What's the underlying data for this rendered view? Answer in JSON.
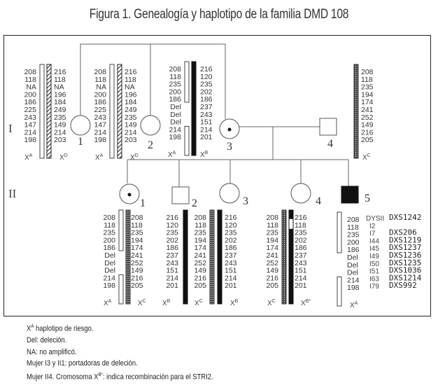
{
  "title": "Figura 1. Genealogía y haplotipo de la familia DMD 108",
  "generations": [
    "I",
    "II"
  ],
  "individuals": {
    "I1": {
      "id": "1",
      "sex": "female",
      "status": "unaffected"
    },
    "I2": {
      "id": "2",
      "sex": "female",
      "status": "unaffected"
    },
    "I3": {
      "id": "3",
      "sex": "female",
      "status": "carrier"
    },
    "I4": {
      "id": "4",
      "sex": "male",
      "status": "unaffected"
    },
    "II1": {
      "id": "1",
      "sex": "female",
      "status": "carrier"
    },
    "II2": {
      "id": "2",
      "sex": "male",
      "status": "unaffected"
    },
    "II3": {
      "id": "3",
      "sex": "female",
      "status": "unaffected"
    },
    "II4": {
      "id": "4",
      "sex": "female",
      "status": "unaffected"
    },
    "II5": {
      "id": "5",
      "sex": "male",
      "status": "affected"
    }
  },
  "haplotypes": {
    "I1": {
      "left": {
        "label": "X",
        "sup": "A",
        "pattern": "open",
        "alleles": [
          "208",
          "118",
          "NA",
          "200",
          "186",
          "225",
          "243",
          "147",
          "214",
          "198"
        ]
      },
      "right": {
        "label": "X",
        "sup": "D",
        "pattern": "hatched",
        "alleles": [
          "216",
          "118",
          "NA",
          "196",
          "184",
          "249",
          "235",
          "149",
          "214",
          "203"
        ]
      }
    },
    "I2": {
      "left": {
        "label": "X",
        "sup": "A",
        "pattern": "open",
        "alleles": [
          "208",
          "118",
          "NA",
          "200",
          "186",
          "225",
          "243",
          "147",
          "214",
          "198"
        ]
      },
      "right": {
        "label": "X",
        "sup": "D",
        "pattern": "hatched",
        "alleles": [
          "216",
          "118",
          "NA",
          "196",
          "184",
          "249",
          "235",
          "149",
          "214",
          "203"
        ]
      }
    },
    "I3": {
      "left": {
        "label": "X",
        "sup": "A",
        "pattern": "open-deleted",
        "alleles": [
          "208",
          "118",
          "235",
          "200",
          "186",
          "Del",
          "Del",
          "Del",
          "214",
          "198"
        ]
      },
      "right": {
        "label": "X",
        "sup": "B",
        "pattern": "solid",
        "alleles": [
          "216",
          "120",
          "235",
          "202",
          "186",
          "237",
          "243",
          "151",
          "214",
          "201"
        ]
      }
    },
    "I4": {
      "single": {
        "label": "X",
        "sup": "C",
        "pattern": "dotted",
        "alleles": [
          "208",
          "118",
          "235",
          "194",
          "174",
          "241",
          "252",
          "149",
          "216",
          "205"
        ]
      }
    },
    "II1": {
      "left": {
        "label": "X",
        "sup": "A",
        "pattern": "open-deleted",
        "alleles": [
          "208",
          "118",
          "235",
          "200",
          "186",
          "Del",
          "Del",
          "Del",
          "214",
          "198"
        ]
      },
      "right": {
        "label": "X",
        "sup": "C",
        "pattern": "dotted",
        "alleles": [
          "208",
          "118",
          "235",
          "194",
          "174",
          "241",
          "252",
          "149",
          "216",
          "205"
        ]
      }
    },
    "II2": {
      "single": {
        "label": "X",
        "sup": "B",
        "pattern": "solid",
        "alleles": [
          "216",
          "120",
          "235",
          "202",
          "186",
          "237",
          "243",
          "151",
          "214",
          "201"
        ]
      }
    },
    "II3": {
      "left": {
        "label": "X",
        "sup": "C",
        "pattern": "dotted",
        "alleles": [
          "208",
          "118",
          "235",
          "194",
          "174",
          "241",
          "252",
          "149",
          "216",
          "205"
        ]
      },
      "right": {
        "label": "X",
        "sup": "B",
        "pattern": "solid",
        "alleles": [
          "216",
          "120",
          "235",
          "202",
          "186",
          "237",
          "243",
          "151",
          "214",
          "201"
        ]
      }
    },
    "II4": {
      "left": {
        "label": "X",
        "sup": "C",
        "pattern": "dotted",
        "alleles": [
          "208",
          "118",
          "235",
          "194",
          "174",
          "241",
          "252",
          "149",
          "216",
          "205"
        ]
      },
      "right": {
        "label": "X",
        "sup": "B*",
        "pattern": "recombinant",
        "alleles": [
          "216",
          "118",
          "235",
          "202",
          "186",
          "237",
          "243",
          "151",
          "214",
          "201"
        ]
      }
    },
    "II5": {
      "single": {
        "label": "X",
        "sup": "A",
        "pattern": "open-deleted",
        "alleles": [
          "208",
          "118",
          "235",
          "200",
          "186",
          "Del",
          "Del",
          "Del",
          "214",
          "198"
        ]
      }
    }
  },
  "markers": {
    "short": [
      "DYSII",
      "I2",
      "I7",
      "I44",
      "I45",
      "I49",
      "I50",
      "I51",
      "I63",
      "I79"
    ],
    "names": [
      "DXS1242",
      "",
      "DXS206",
      "DXS1219",
      "DXS1237",
      "DXS1236",
      "DXS1235",
      "DXS1036",
      "DXS1214",
      "DXS992"
    ]
  },
  "notes": [
    {
      "pre": "X",
      "sup": "A",
      "text": " haplotipo de riesgo."
    },
    {
      "pre": "",
      "sup": "",
      "text": "Del: deleción."
    },
    {
      "pre": "",
      "sup": "",
      "text": "NA: no amplificó."
    },
    {
      "pre": "",
      "sup": "",
      "text": "Mujer I3 y II1: portadoras de deleción."
    },
    {
      "pre": "Mujer II4. Cromosoma X",
      "sup": "B*",
      "text": ": indica recombinación para el STRI2."
    }
  ],
  "colors": {
    "line": "#555555",
    "solid": "#111111",
    "frame": "#222222"
  }
}
